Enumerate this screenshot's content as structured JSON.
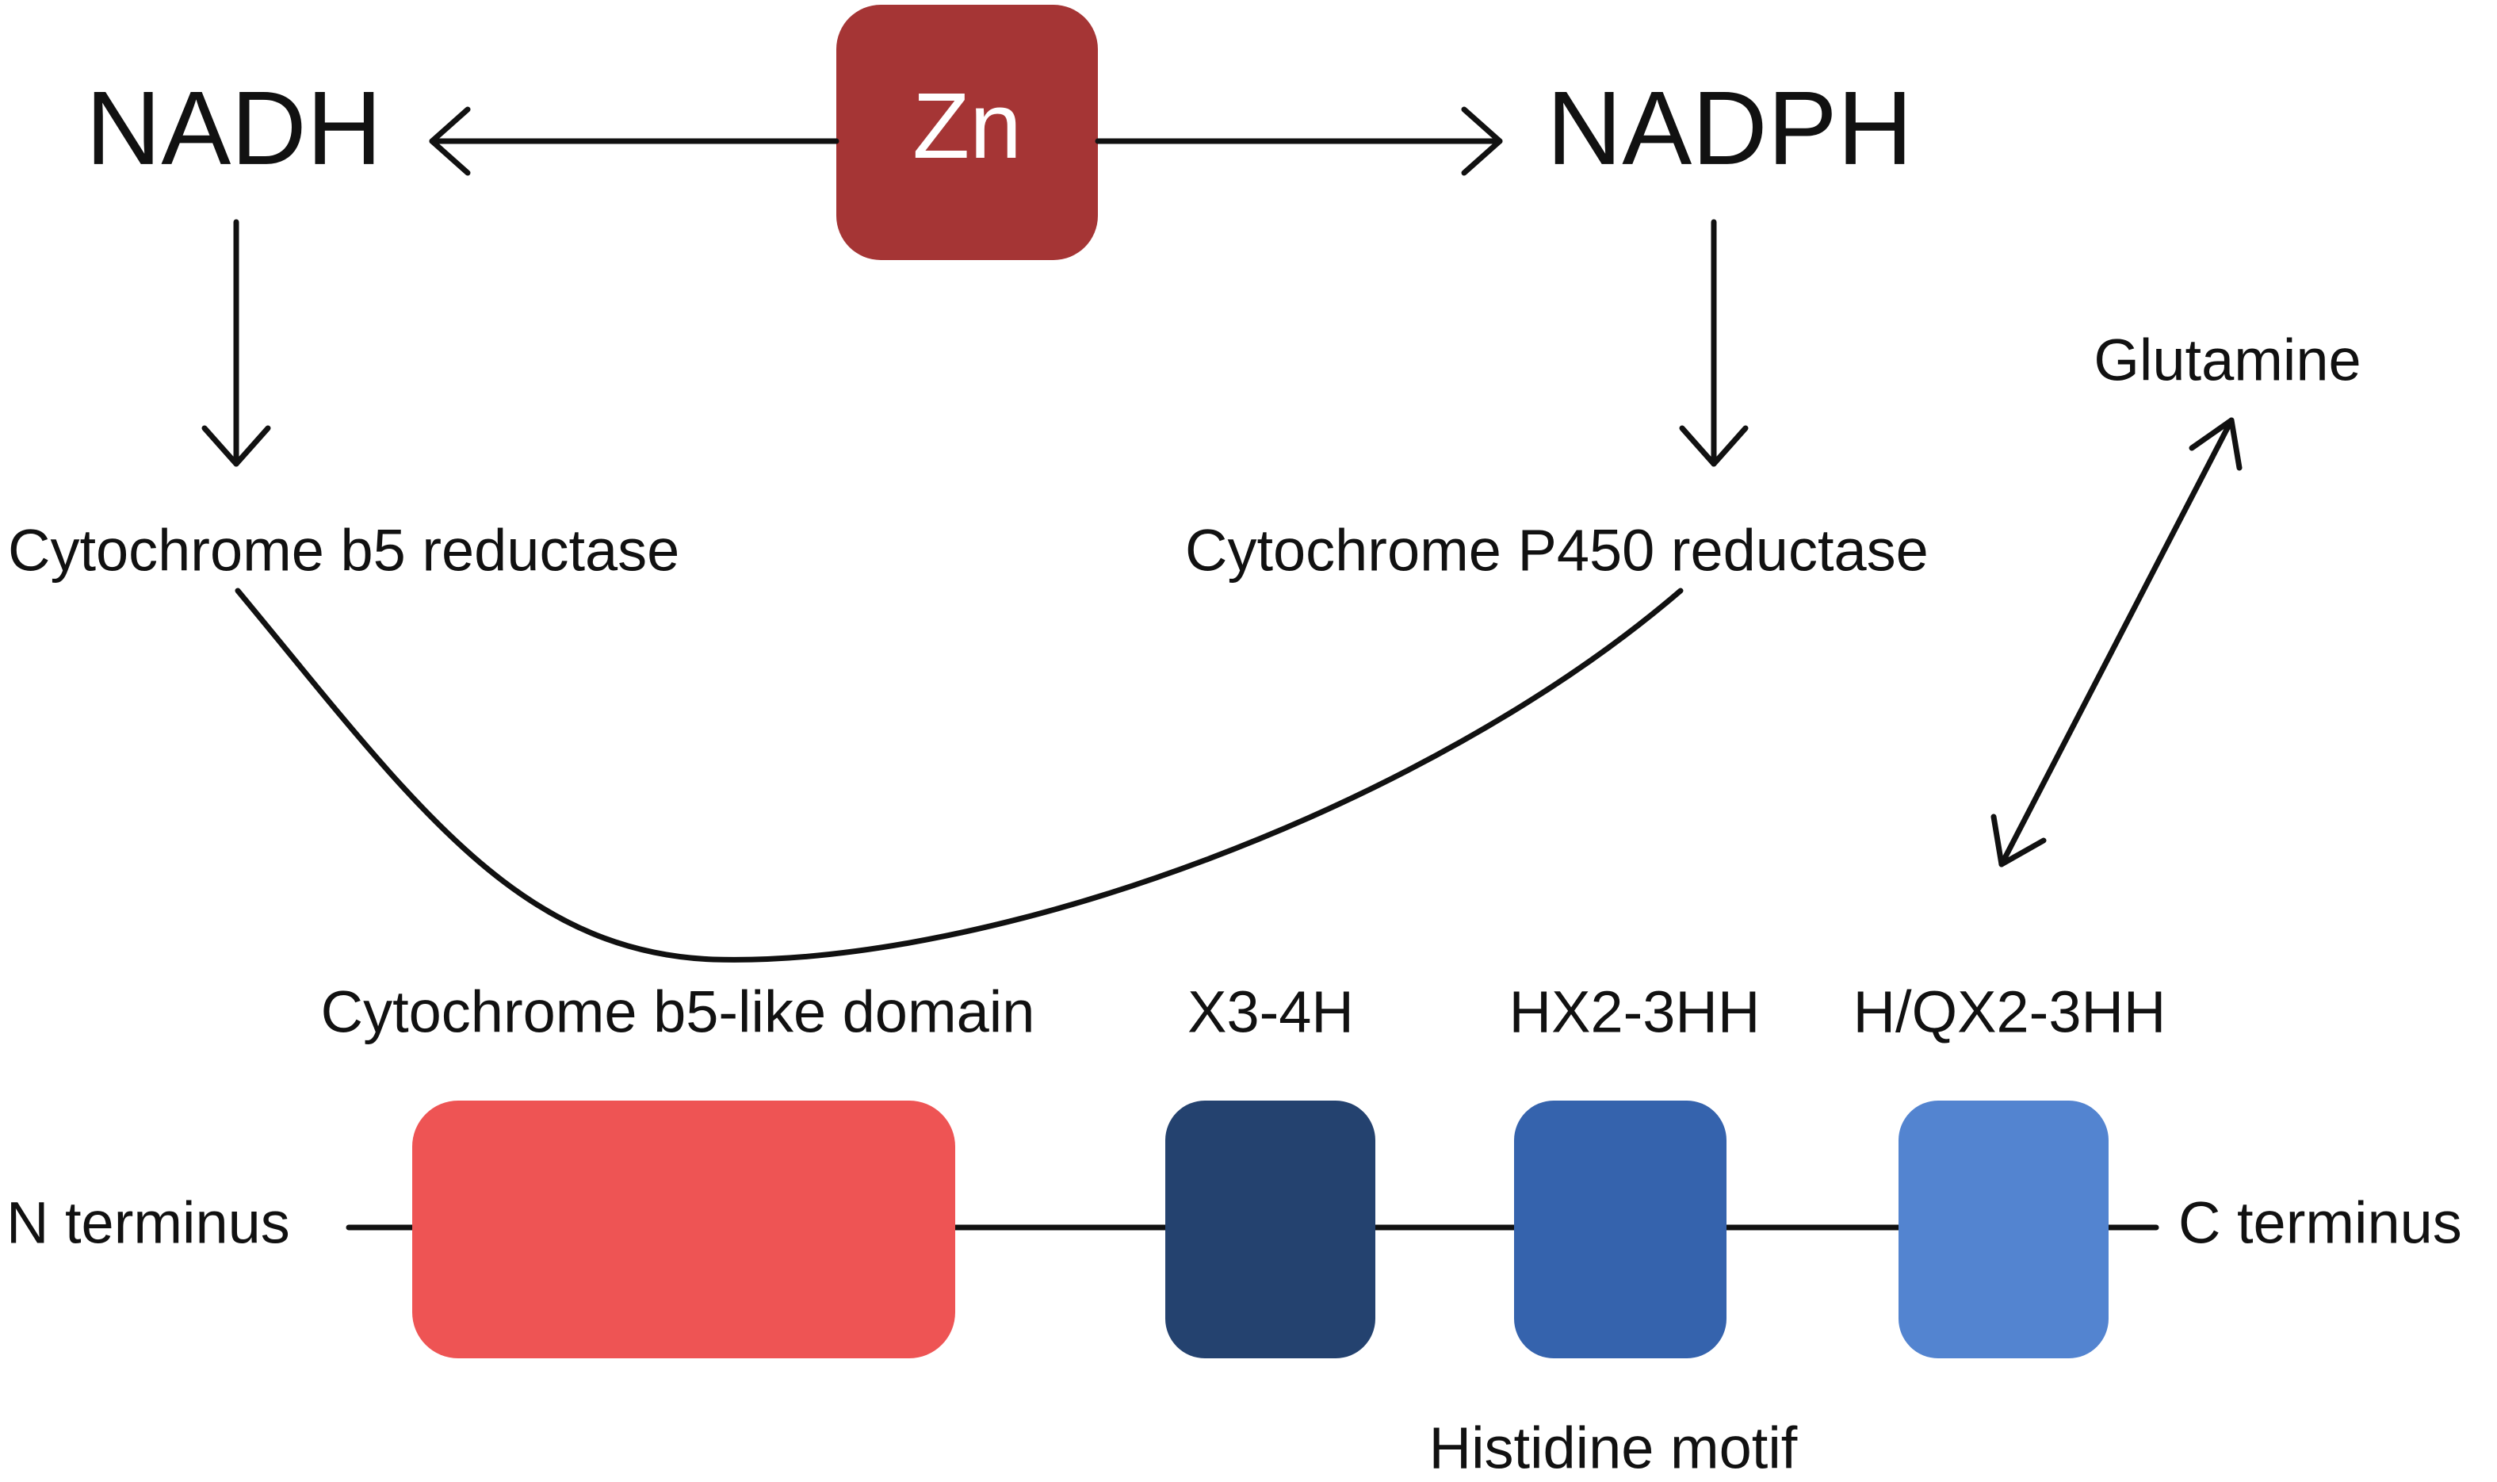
{
  "top": {
    "zn_label": "Zn",
    "left_cofactor": "NADH",
    "right_cofactor": "NADPH"
  },
  "reductases": {
    "left": "Cytochrome b5 reductase",
    "right": "Cytochrome P450 reductase"
  },
  "glutamine_label": "Glutamine",
  "domains": {
    "b5_like": "Cytochrome b5-like domain",
    "motif1": "X3-4H",
    "motif2": "HX2-3HH",
    "motif3": "H/QX2-3HH"
  },
  "termini": {
    "n": "N terminus",
    "c": "C terminus"
  },
  "histidine_label": "Histidine motif",
  "colors": {
    "zn_box": "#a53535",
    "b5_domain": "#ee5454",
    "motif1": "#24426f",
    "motif2": "#3563ad",
    "motif3": "#5384d0",
    "line": "#111111"
  }
}
